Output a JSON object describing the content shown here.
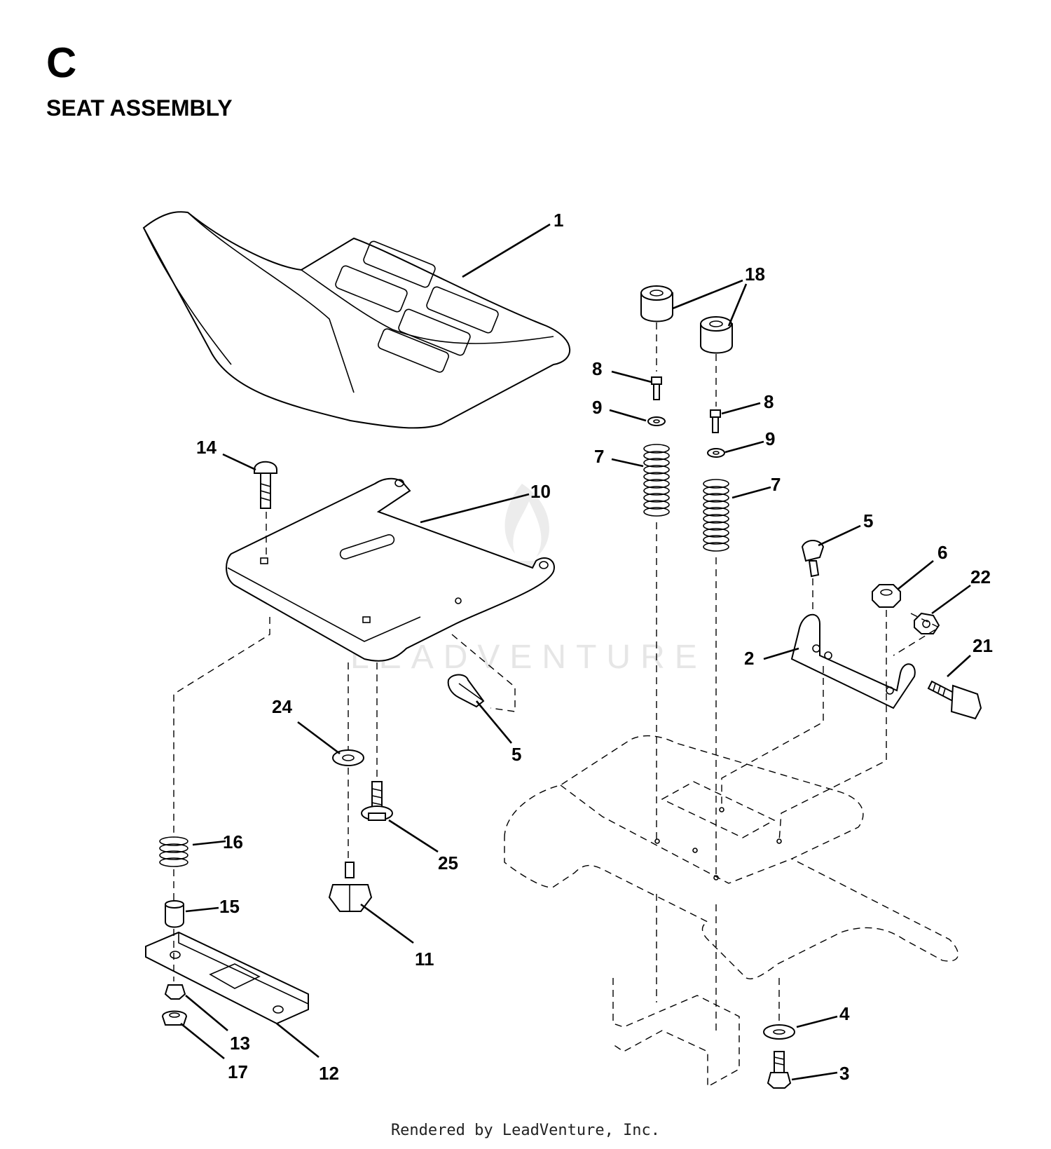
{
  "header": {
    "section_letter": "C",
    "title": "SEAT ASSEMBLY"
  },
  "watermark": {
    "brand": "LEADVENTURE"
  },
  "callouts": [
    {
      "id": "c1",
      "label": "1"
    },
    {
      "id": "c18",
      "label": "18"
    },
    {
      "id": "c8a",
      "label": "8"
    },
    {
      "id": "c8b",
      "label": "8"
    },
    {
      "id": "c9a",
      "label": "9"
    },
    {
      "id": "c9b",
      "label": "9"
    },
    {
      "id": "c7a",
      "label": "7"
    },
    {
      "id": "c7b",
      "label": "7"
    },
    {
      "id": "c14",
      "label": "14"
    },
    {
      "id": "c10",
      "label": "10"
    },
    {
      "id": "c5a",
      "label": "5"
    },
    {
      "id": "c5b",
      "label": "5"
    },
    {
      "id": "c6",
      "label": "6"
    },
    {
      "id": "c22",
      "label": "22"
    },
    {
      "id": "c2",
      "label": "2"
    },
    {
      "id": "c21",
      "label": "21"
    },
    {
      "id": "c24",
      "label": "24"
    },
    {
      "id": "c25",
      "label": "25"
    },
    {
      "id": "c16",
      "label": "16"
    },
    {
      "id": "c15",
      "label": "15"
    },
    {
      "id": "c11",
      "label": "11"
    },
    {
      "id": "c13",
      "label": "13"
    },
    {
      "id": "c17",
      "label": "17"
    },
    {
      "id": "c12",
      "label": "12"
    },
    {
      "id": "c4",
      "label": "4"
    },
    {
      "id": "c3",
      "label": "3"
    }
  ],
  "footer": {
    "credit": "Rendered by LeadVenture, Inc."
  }
}
